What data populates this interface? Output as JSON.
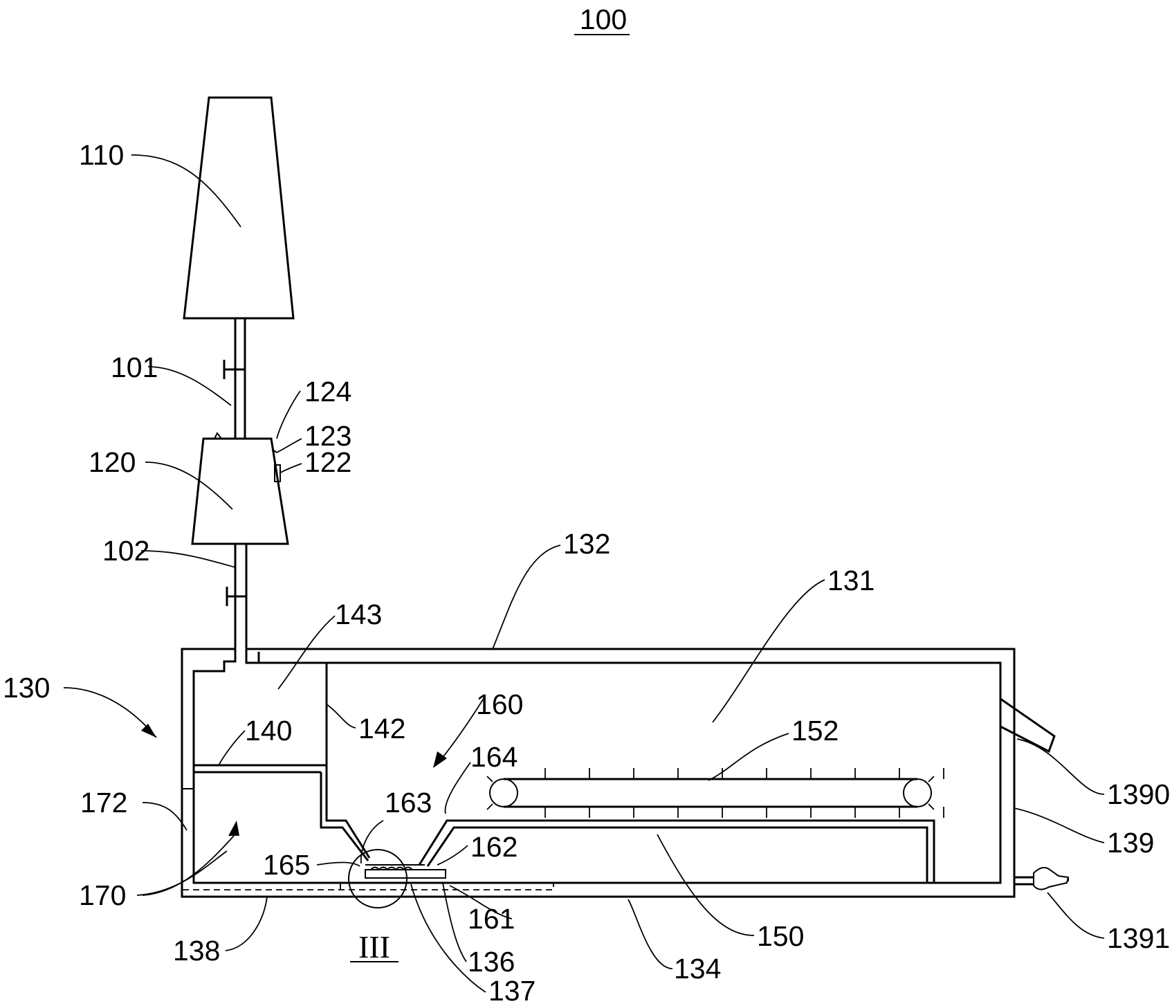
{
  "title": "100",
  "section_label": "III",
  "labels": {
    "l110": "110",
    "l101": "101",
    "l124": "124",
    "l123": "123",
    "l122": "122",
    "l120": "120",
    "l102": "102",
    "l132": "132",
    "l131": "131",
    "l143": "143",
    "l130": "130",
    "l160": "160",
    "l142": "142",
    "l140": "140",
    "l152": "152",
    "l164": "164",
    "l1390": "1390",
    "l172": "172",
    "l163": "163",
    "l139": "139",
    "l162": "162",
    "l165": "165",
    "l170": "170",
    "l161": "161",
    "l150": "150",
    "l138": "138",
    "l1391": "1391",
    "l136": "136",
    "l134": "134",
    "l137": "137"
  }
}
